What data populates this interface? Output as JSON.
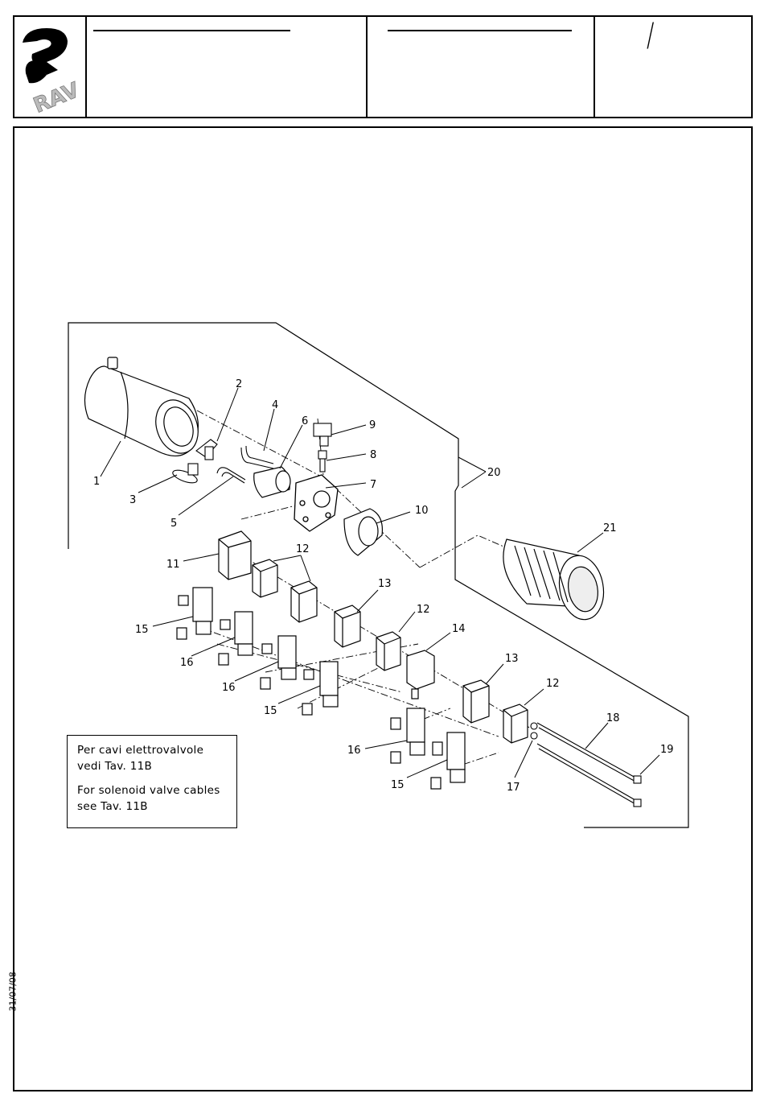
{
  "logo": {
    "text": "RAV"
  },
  "header": {
    "page_ref": "/"
  },
  "date": "31/07/08",
  "callouts": [
    {
      "n": "1"
    },
    {
      "n": "2"
    },
    {
      "n": "3"
    },
    {
      "n": "4"
    },
    {
      "n": "5"
    },
    {
      "n": "6"
    },
    {
      "n": "7"
    },
    {
      "n": "8"
    },
    {
      "n": "9"
    },
    {
      "n": "10"
    },
    {
      "n": "11"
    },
    {
      "n": "12"
    },
    {
      "n": "12"
    },
    {
      "n": "13"
    },
    {
      "n": "12"
    },
    {
      "n": "14"
    },
    {
      "n": "13"
    },
    {
      "n": "12"
    },
    {
      "n": "15"
    },
    {
      "n": "16"
    },
    {
      "n": "16"
    },
    {
      "n": "15"
    },
    {
      "n": "16"
    },
    {
      "n": "15"
    },
    {
      "n": "17"
    },
    {
      "n": "18"
    },
    {
      "n": "19"
    },
    {
      "n": "20"
    },
    {
      "n": "21"
    }
  ],
  "note": {
    "it_line1": "Per cavi elettrovalvole",
    "it_line2": "vedi Tav. 11B",
    "en_line1": "For solenoid valve cables",
    "en_line2": "see Tav. 11B"
  }
}
